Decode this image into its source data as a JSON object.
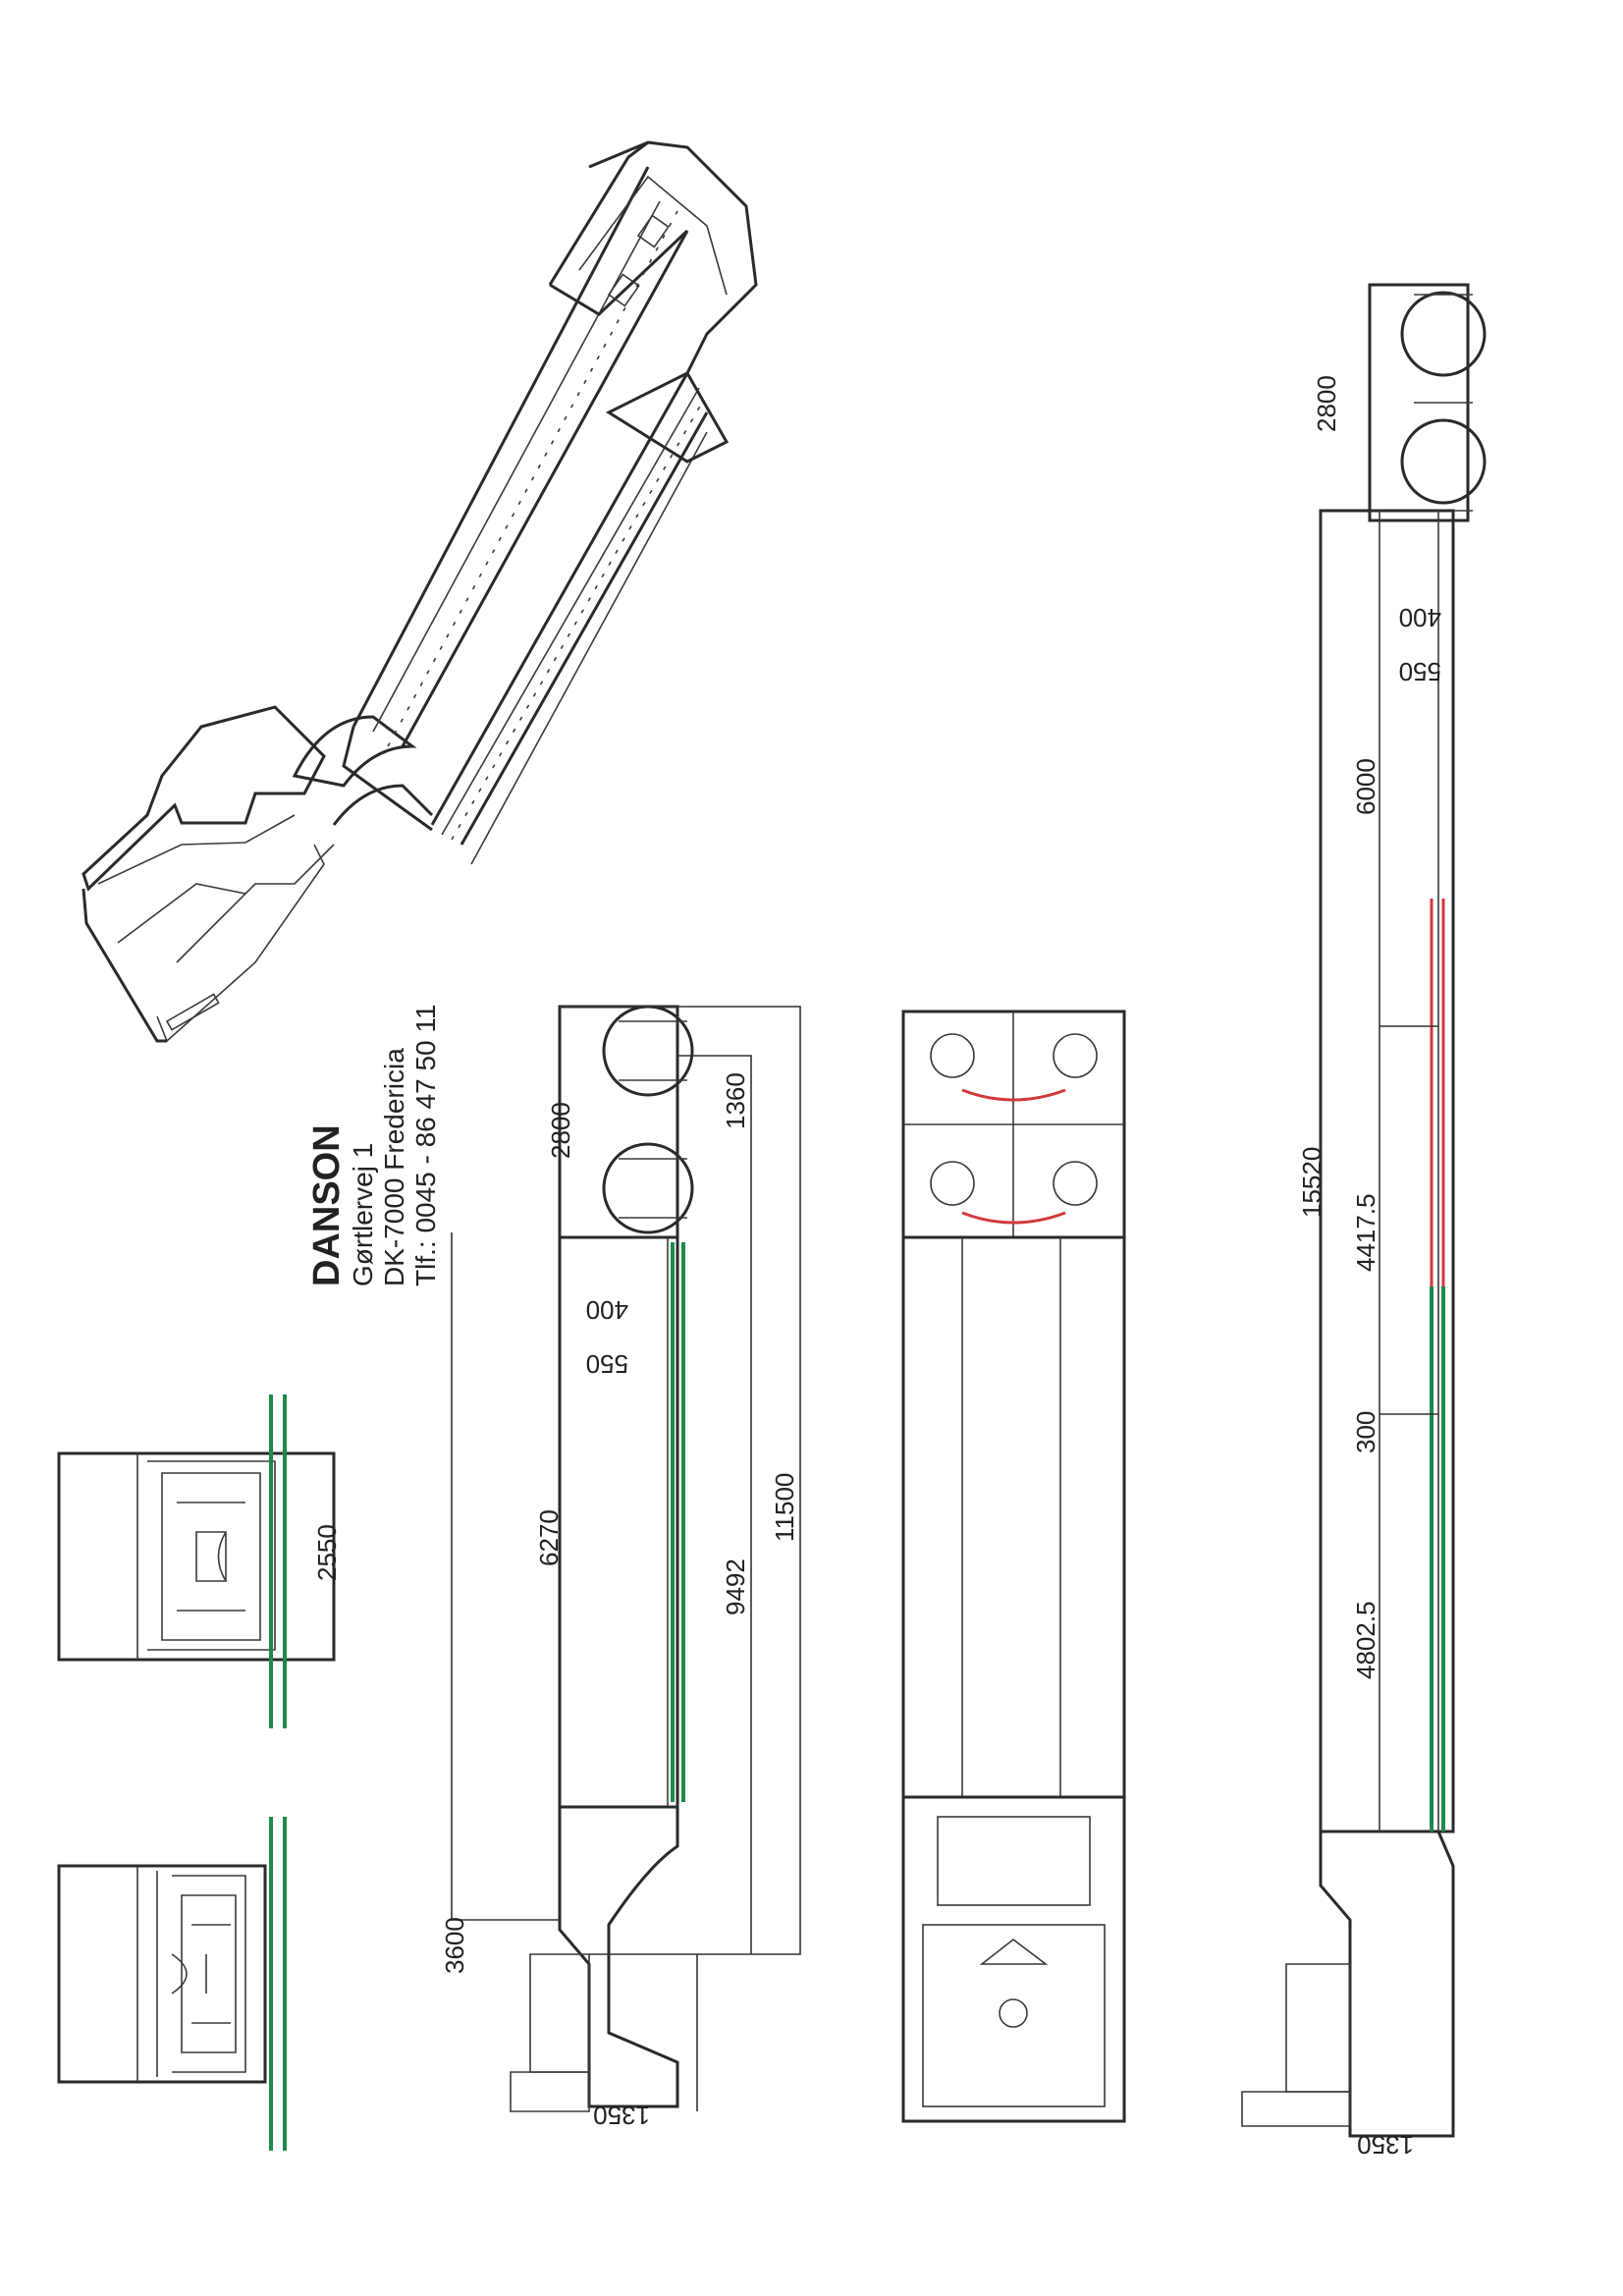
{
  "company": {
    "name": "DANSON",
    "street": "Gørtlervej 1",
    "city": "DK-7000 Fredericia",
    "phone": "Tlf.: 0045 - 86 47 50 11"
  },
  "dimensions": {
    "width_right": "2550",
    "middle_height": "3600",
    "middle_front": "1350",
    "middle_deck_length": "6270",
    "middle_overall": "11500",
    "middle_wheelbase": "9492",
    "middle_rear": "2800",
    "middle_rear_inner": "1360",
    "middle_step_a": "400",
    "middle_step_b": "550",
    "right_front": "1350",
    "right_total": "15520",
    "right_seg_a": "4802.5",
    "right_gap": "300",
    "right_seg_b": "4417.5",
    "right_deck": "6000",
    "right_step_b": "550",
    "right_step_a": "400",
    "right_rear": "2800"
  },
  "colors": {
    "extension_green": "#1f8a4c",
    "extension_red": "#d23a3a",
    "line": "#2a2a2a"
  }
}
